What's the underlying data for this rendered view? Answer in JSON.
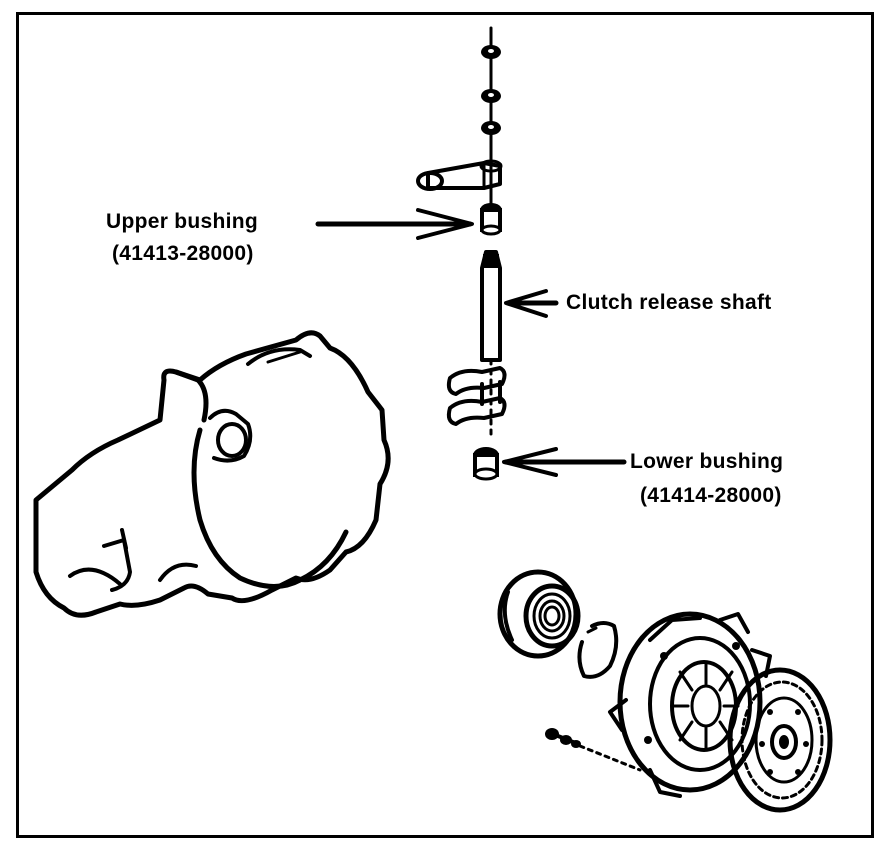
{
  "labels": {
    "upper_bushing": "Upper bushing",
    "upper_bushing_part": "(41413-28000)",
    "clutch_release_shaft": "Clutch release shaft",
    "lower_bushing": "Lower bushing",
    "lower_bushing_part": "(41414-28000)"
  },
  "colors": {
    "ink": "#000000",
    "background": "#ffffff"
  }
}
